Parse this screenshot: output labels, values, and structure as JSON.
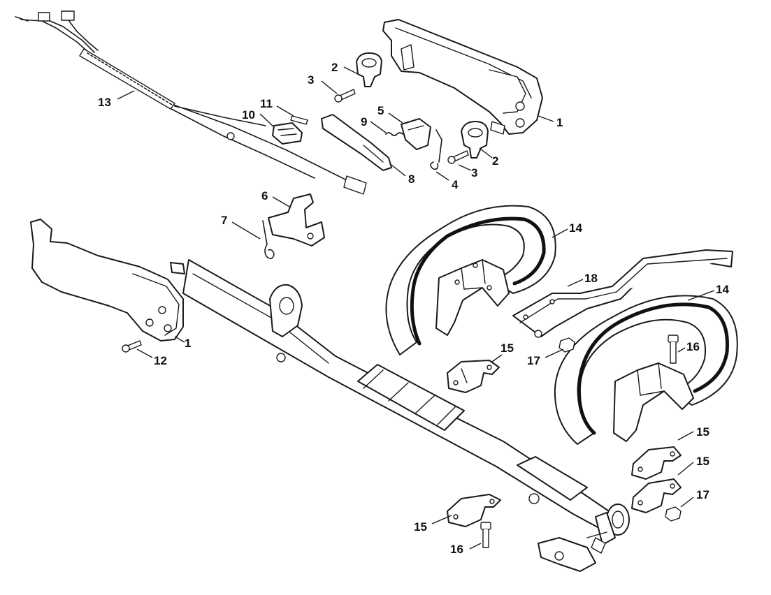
{
  "callouts": {
    "c13": "13",
    "c10": "10",
    "c11": "11",
    "c9": "9",
    "c5": "5",
    "c8": "8",
    "c4": "4",
    "c3a": "3",
    "c2a": "2",
    "c1a": "1",
    "c2b": "2",
    "c3b": "3",
    "c6": "6",
    "c7": "7",
    "c1b": "1",
    "c12": "12",
    "c14a": "14",
    "c18": "18",
    "c14b": "14",
    "c15a": "15",
    "c16a": "16",
    "c17a": "17",
    "c15b": "15",
    "c15c": "15",
    "c17b": "17",
    "c15d": "15",
    "c16b": "16"
  }
}
